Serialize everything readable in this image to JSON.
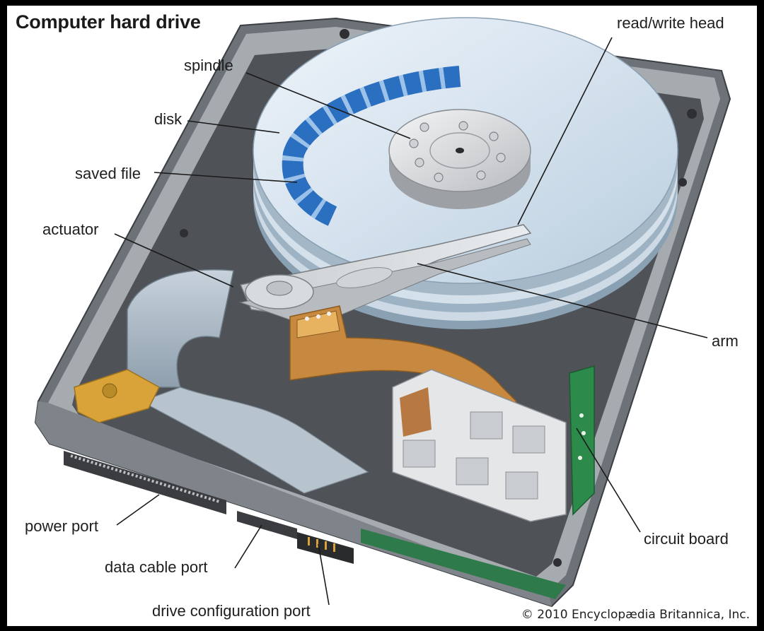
{
  "title": "Computer hard drive",
  "labels": {
    "read_write_head": "read/write head",
    "spindle": "spindle",
    "disk": "disk",
    "saved_file": "saved file",
    "actuator": "actuator",
    "arm": "arm",
    "power_port": "power port",
    "data_cable_port": "data cable port",
    "drive_configuration_port": "drive configuration port",
    "circuit_board": "circuit board"
  },
  "copyright": "© 2010 Encyclopædia Britannica, Inc.",
  "colors": {
    "casing": "#9ea3a8",
    "casing_dark": "#565a5f",
    "platter": "#dfe9f2",
    "saved_file": "#2b6fc1",
    "flex_cable": "#c7893f",
    "circuit_board": "#2c8a4a"
  }
}
